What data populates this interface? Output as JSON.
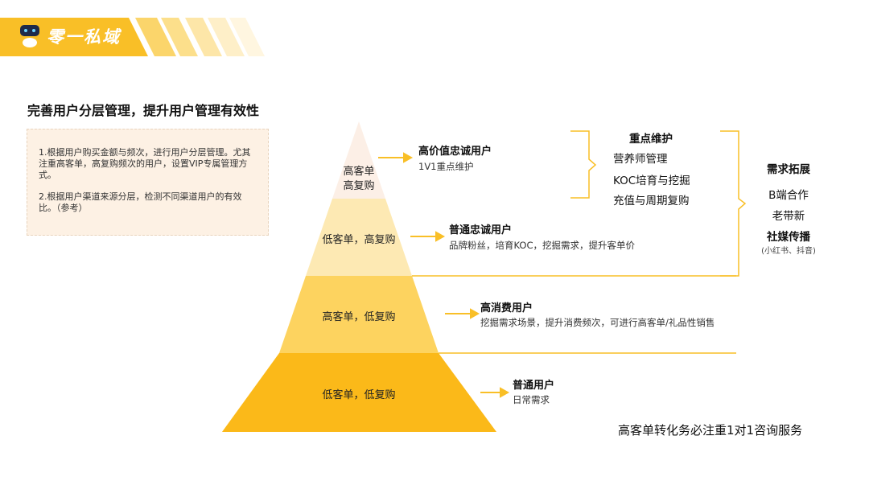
{
  "header": {
    "brand": "零一私域",
    "accent": "#f9bf27"
  },
  "title": "完善用户分层管理，提升用户管理有效性",
  "note": {
    "items": [
      "1.根据用户购买金额与频次，进行用户分层管理。尤其注重高客单，高复购频次的用户，设置VIP专属管理方式。",
      "2.根据用户渠道来源分层，检测不同渠道用户的有效比。（参考）"
    ]
  },
  "pyramid": [
    {
      "label_line1": "高客单",
      "label_line2": "高复购",
      "title": "高价值忠诚用户",
      "desc": "1V1重点维护",
      "color": "#fcefe6"
    },
    {
      "label": "低客单，高复购",
      "title": "普通忠诚用户",
      "desc": "品牌粉丝，培育KOC，挖掘需求，提升客单价",
      "color": "#fde9b3"
    },
    {
      "label": "高客单，低复购",
      "title": "高消费用户",
      "desc": "挖掘需求场景，提升消费频次，可进行高客单/礼品性销售",
      "color": "#fdd35f"
    },
    {
      "label": "低客单，低复购",
      "title": "普通用户",
      "desc": "日常需求",
      "color": "#fbb919"
    }
  ],
  "focus": {
    "title": "重点维护",
    "items": [
      "营养师管理",
      "KOC培育与挖掘",
      "充值与周期复购"
    ]
  },
  "expand": {
    "title": "需求拓展",
    "items": [
      "B端合作",
      "老带新",
      "社媒传播"
    ],
    "note": "(小红书、抖音)"
  },
  "footer": "高客单转化务必注重1对1咨询服务"
}
